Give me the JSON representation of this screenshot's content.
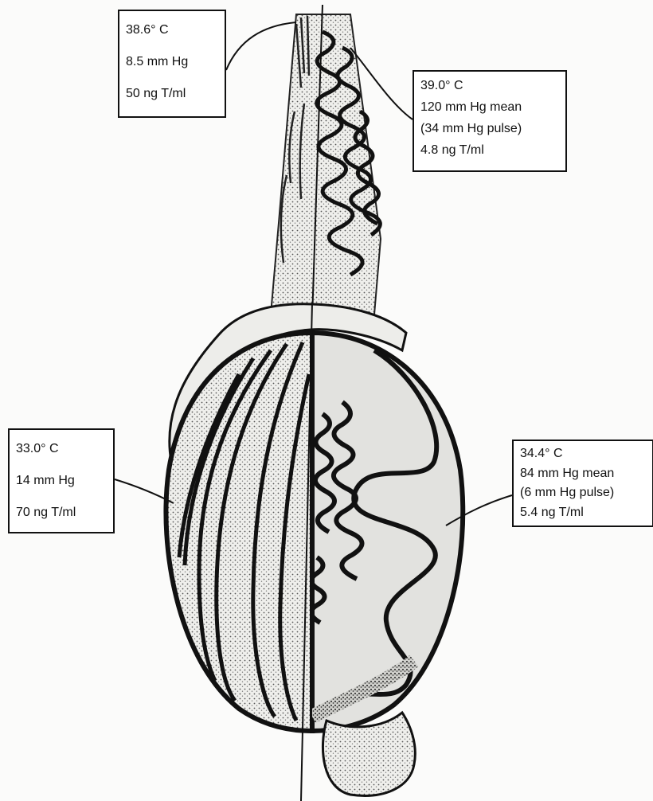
{
  "labels": {
    "top_left": [
      "38.6° C",
      "8.5 mm Hg",
      "50 ng T/ml"
    ],
    "top_right": [
      "39.0° C",
      "120 mm Hg mean",
      "(34 mm Hg pulse)",
      "4.8 ng T/ml"
    ],
    "mid_left": [
      "33.0° C",
      "14 mm Hg",
      "70 ng T/ml"
    ],
    "mid_right": [
      "34.4° C",
      "84 mm Hg mean",
      "(6 mm Hg pulse)",
      "5.4 ng T/ml"
    ]
  },
  "colors": {
    "ink": "#111111",
    "paper": "#fbfbfa",
    "shade": "#d8d8d5"
  }
}
